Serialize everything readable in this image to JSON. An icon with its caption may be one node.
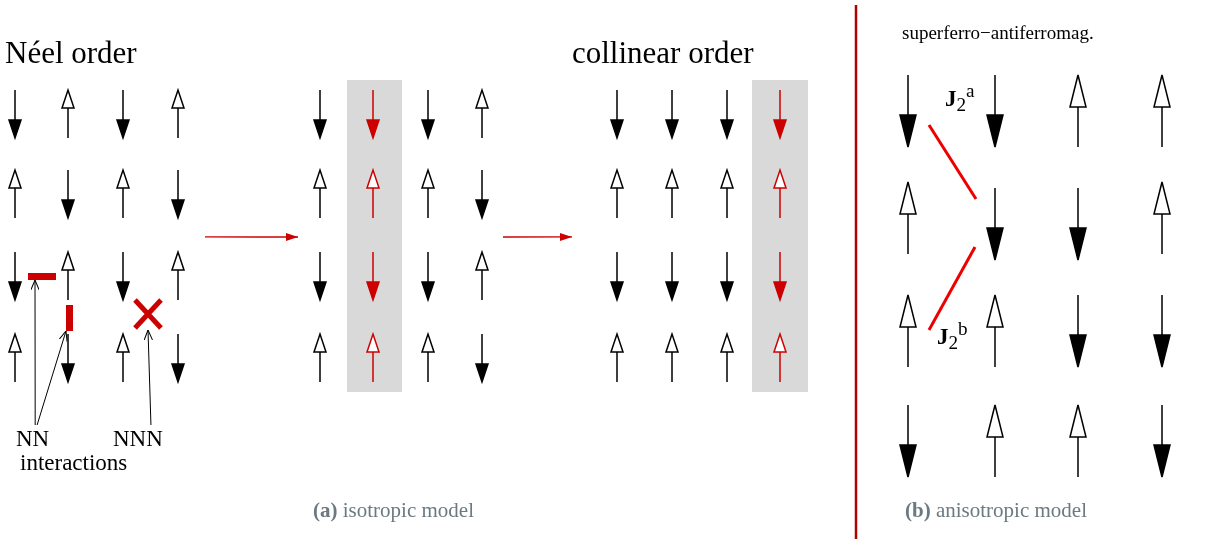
{
  "diagram": {
    "nodes": [
      {
        "text": [
          "Néel order"
        ]
      },
      {
        "text": [],
        "shape": "grid"
      },
      {
        "text": [
          "collinear order"
        ]
      },
      {
        "text": [],
        "shape": "bar",
        "in": 0
      },
      {
        "text": [],
        "shape": "bar",
        "in": 0
      },
      {
        "text": [],
        "shape": "cross",
        "in": 0
      },
      {
        "text": [
          "NN"
        ]
      },
      {
        "text": [
          "NNN"
        ]
      }
    ],
    "edges": [
      {
        "from": 0,
        "to": 1,
        "arrow": "to",
        "color": "#cc0000"
      },
      {
        "from": 1,
        "to": 2,
        "arrow": "to",
        "color": "#cc0000"
      },
      {
        "from": 6,
        "to": 3,
        "arrow": "to"
      },
      {
        "from": 6,
        "to": 4,
        "arrow": "to"
      },
      {
        "from": 7,
        "to": 5,
        "arrow": "to"
      }
    ],
    "labels": [
      "interactions",
      "superferro−antiferromag.",
      "**J**$_{2}$$^{a}$",
      "**J**$_{2}$$^{b}$",
      "**(a)** isotropic model",
      "**(b)** anisotropic model"
    ]
  }
}
